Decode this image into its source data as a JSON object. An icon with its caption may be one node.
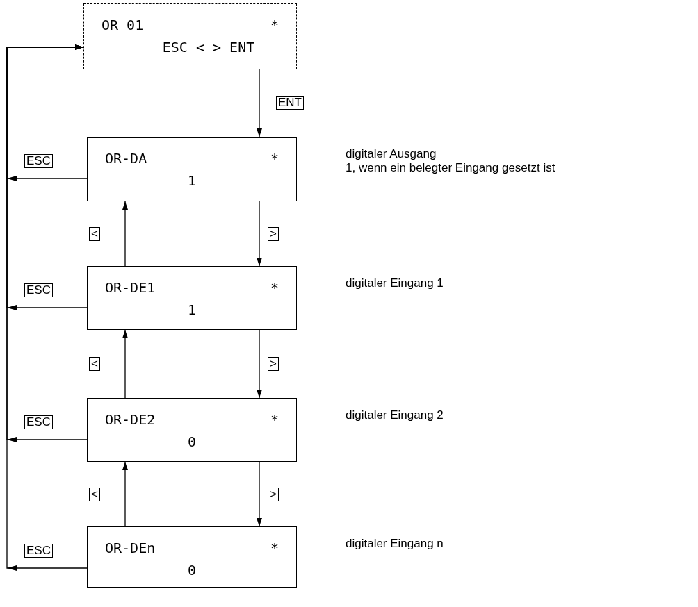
{
  "diagram": {
    "nodes": [
      {
        "text": [
          "OR_01",
          "*",
          "ESC < > ENT"
        ]
      },
      {
        "text": [
          "OR-DA",
          "*",
          "1"
        ],
        "beside": [
          "digitaler Ausgang",
          "1, wenn ein belegter Eingang gesetzt ist"
        ]
      },
      {
        "text": [
          "OR-DE1",
          "*",
          "1"
        ]
      },
      {
        "text": [
          "OR-DE2",
          "*",
          "0"
        ]
      },
      {
        "text": [
          "OR-DEn",
          "*",
          "0"
        ]
      }
    ],
    "labels": [
      "digitaler Eingang 1",
      "digitaler Eingang 2",
      "digitaler Eingang n"
    ],
    "edges": [
      {
        "from": 0,
        "to": 1,
        "arrow": "to",
        "label": "ENT"
      },
      {
        "from": 1,
        "to": 0,
        "arrow": "to",
        "label": "ESC"
      },
      {
        "from": 1,
        "to": 2,
        "arrow": "to",
        "label": ">"
      },
      {
        "from": 2,
        "to": 1,
        "arrow": "to",
        "label": "<"
      },
      {
        "from": 2,
        "to": 0,
        "arrow": "to",
        "label": "ESC"
      },
      {
        "from": 2,
        "to": 3,
        "arrow": "to",
        "label": ">"
      },
      {
        "from": 3,
        "to": 2,
        "arrow": "to",
        "label": "<"
      },
      {
        "from": 3,
        "to": 0,
        "arrow": "to",
        "label": "ESC"
      },
      {
        "from": 3,
        "to": 4,
        "arrow": "to",
        "label": ">"
      },
      {
        "from": 4,
        "to": 3,
        "arrow": "to",
        "label": "<"
      },
      {
        "from": 4,
        "to": 0,
        "arrow": "to",
        "label": "ESC"
      }
    ]
  }
}
